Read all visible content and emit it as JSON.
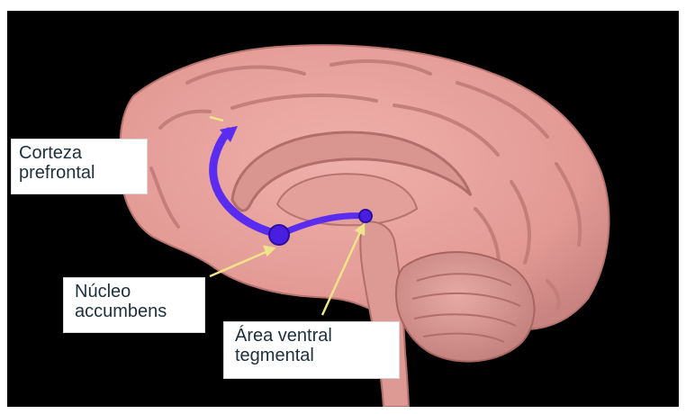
{
  "labels": {
    "corteza": {
      "line1": "Corteza",
      "line2": "prefrontal"
    },
    "nucleo": {
      "line1": "Núcleo",
      "line2": "accumbens"
    },
    "area": {
      "line1": "Área ventral",
      "line2": "tegmental"
    }
  },
  "colors": {
    "background": "#000000",
    "brain": "#e7a19d",
    "brain_shadow": "#c98884",
    "pathway": "#5a2cf0",
    "pointer": "#efe48a",
    "label_text": "#1e2f3e"
  }
}
